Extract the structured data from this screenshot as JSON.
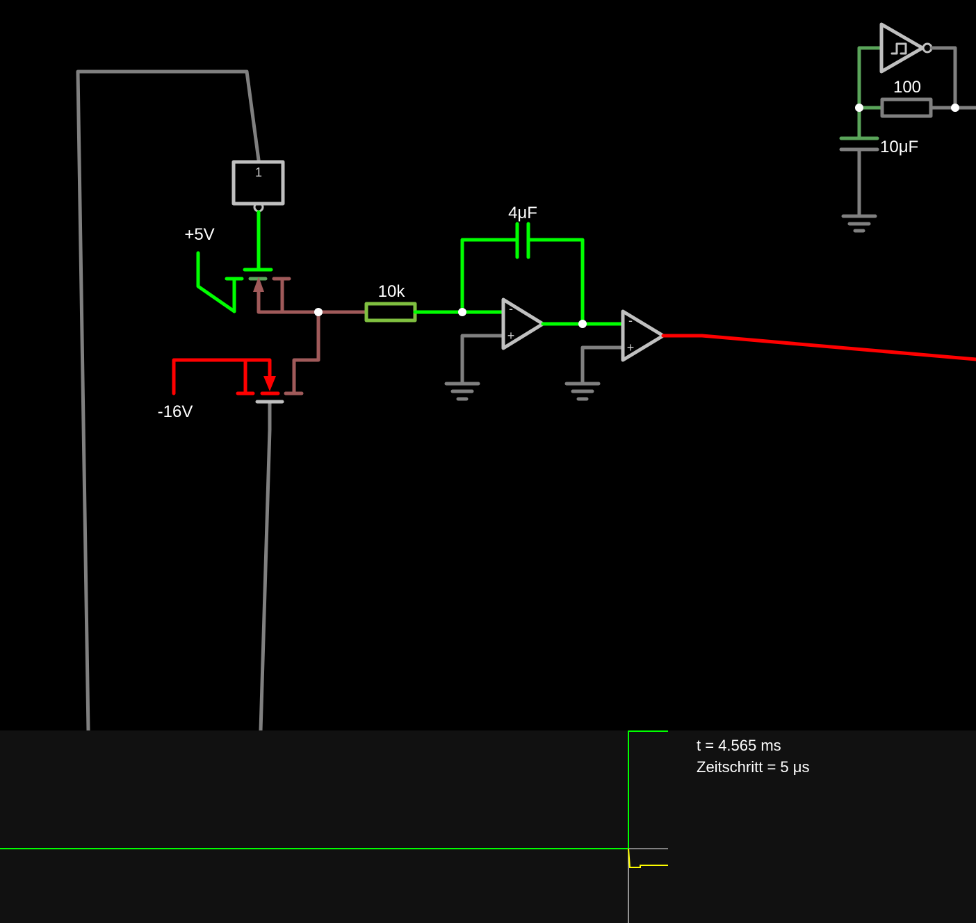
{
  "colors": {
    "background": "#000000",
    "scope_background": "#111111",
    "wire_idle": "#808080",
    "wire_high": "#00ff00",
    "wire_mid": "#5aa55a",
    "wire_low": "#ff0000",
    "wire_off": "#a05a5a",
    "component": "#c0c0c0",
    "trace_green": "#00ff00",
    "trace_yellow": "#ffff00",
    "cursor": "#ffffff"
  },
  "labels": {
    "pos_supply": "+5V",
    "neg_supply": "-16V",
    "input_resistor": "10k",
    "integrator_cap": "4μF",
    "osc_resistor": "100",
    "osc_cap": "10μF",
    "gate_counter": "1",
    "opamp_minus": "-",
    "opamp_plus": "+"
  },
  "scope": {
    "time": "t = 4.565 ms",
    "timestep": "Zeitschritt = 5 μs"
  }
}
